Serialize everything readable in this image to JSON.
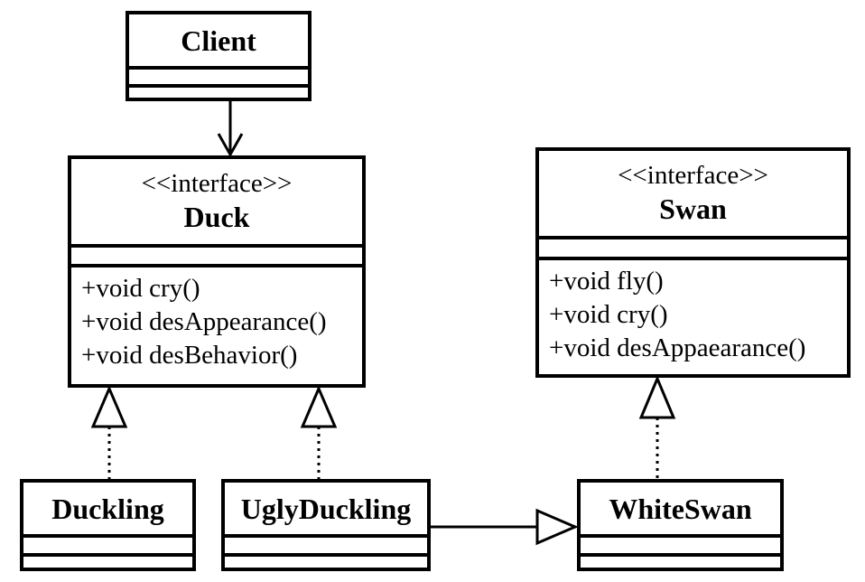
{
  "diagram": {
    "kind": "uml-class-diagram",
    "colors": {
      "line": "#000000",
      "background": "#ffffff",
      "text": "#000000"
    },
    "classes": {
      "client": {
        "name": "Client",
        "attributes": [],
        "methods": []
      },
      "duck": {
        "stereotype": "<<interface>>",
        "name": "Duck",
        "attributes": [],
        "methods": [
          "+void cry()",
          "+void desAppearance()",
          "+void desBehavior()"
        ]
      },
      "swan": {
        "stereotype": "<<interface>>",
        "name": "Swan",
        "attributes": [],
        "methods": [
          "+void fly()",
          "+void cry()",
          "+void desAppaearance()"
        ]
      },
      "duckling": {
        "name": "Duckling",
        "attributes": [],
        "methods": []
      },
      "ugly_duckling": {
        "name": "UglyDuckling",
        "attributes": [],
        "methods": []
      },
      "white_swan": {
        "name": "WhiteSwan",
        "attributes": [],
        "methods": []
      }
    },
    "relationships": [
      {
        "from": "Client",
        "to": "Duck",
        "type": "directed-association",
        "line": "solid",
        "arrowhead": "open-v"
      },
      {
        "from": "Duckling",
        "to": "Duck",
        "type": "realization",
        "line": "dotted",
        "arrowhead": "hollow-triangle"
      },
      {
        "from": "UglyDuckling",
        "to": "Duck",
        "type": "realization",
        "line": "dotted",
        "arrowhead": "hollow-triangle"
      },
      {
        "from": "WhiteSwan",
        "to": "Swan",
        "type": "realization",
        "line": "dotted",
        "arrowhead": "hollow-triangle"
      },
      {
        "from": "UglyDuckling",
        "to": "WhiteSwan",
        "type": "generalization",
        "line": "solid",
        "arrowhead": "hollow-triangle"
      }
    ]
  }
}
